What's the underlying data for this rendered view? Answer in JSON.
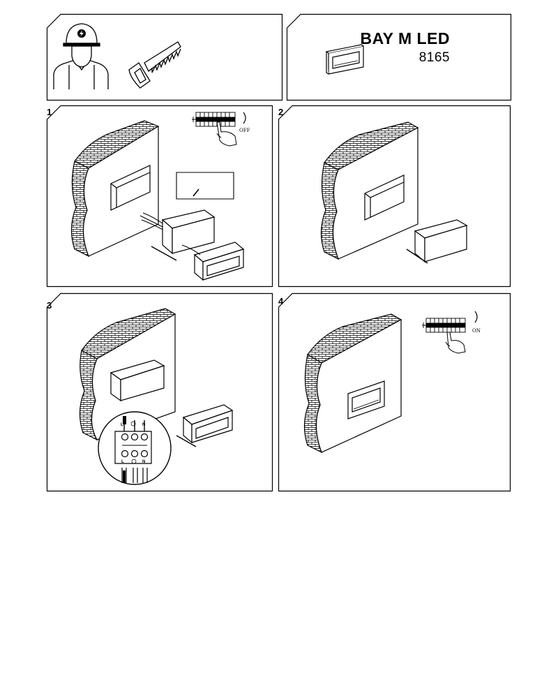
{
  "product": {
    "name": "BAY M LED",
    "code": "8165"
  },
  "steps": [
    {
      "number": "1",
      "switch_state": "OFF"
    },
    {
      "number": "2"
    },
    {
      "number": "3",
      "terminal_top": [
        "L",
        "N"
      ],
      "terminal_bottom": [
        "L",
        "N"
      ]
    },
    {
      "number": "4",
      "switch_state": "ON"
    }
  ],
  "icons": [
    "electrician-icon",
    "saw-icon",
    "luminaire-icon",
    "breaker-panel-icon",
    "hand-icon",
    "brick-wall-icon",
    "terminal-block-icon"
  ]
}
